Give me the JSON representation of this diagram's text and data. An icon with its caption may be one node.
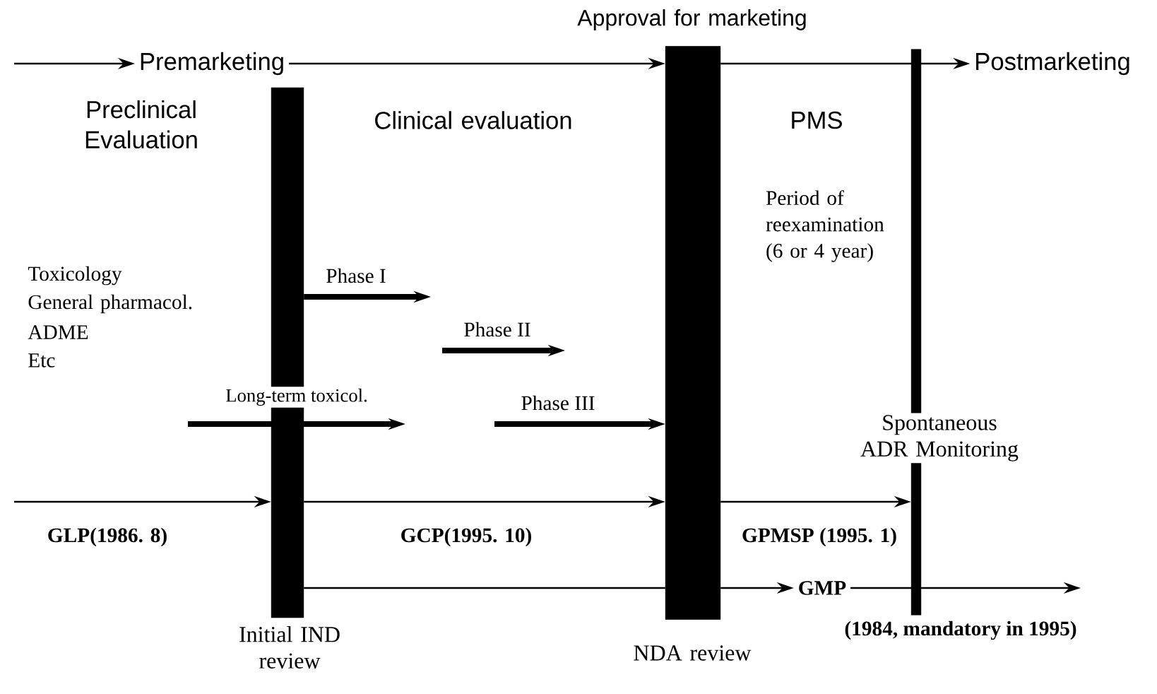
{
  "diagram": {
    "nodes": [
      {
        "text": [
          "Premarketing"
        ]
      },
      {
        "text": [],
        "shape": "bar",
        "beside": [
          "Initial IND review"
        ]
      },
      {
        "text": [],
        "shape": "bar",
        "beside": [
          "Approval for marketing",
          "NDA review"
        ]
      },
      {
        "text": [],
        "shape": "bar",
        "beside": [
          "Spontaneous ADR Monitoring"
        ]
      },
      {
        "text": [
          "Postmarketing"
        ]
      },
      {
        "text": [
          "GMP"
        ]
      }
    ],
    "edges": [
      {
        "from": null,
        "to": 0,
        "arrow": "to"
      },
      {
        "from": 0,
        "to": 2,
        "arrow": "to"
      },
      {
        "from": 2,
        "to": 4,
        "arrow": "to"
      },
      {
        "from": 1,
        "to": null,
        "arrow": "to",
        "label": "Phase I",
        "style": "thick"
      },
      {
        "from": null,
        "to": 2,
        "arrow": "to",
        "label": "Phase III",
        "style": "thick"
      },
      {
        "from": null,
        "to": 1,
        "arrow": "to",
        "label": "GLP(1986. 8)"
      },
      {
        "from": 1,
        "to": 2,
        "arrow": "to",
        "label": "GCP(1995. 10)"
      },
      {
        "from": 2,
        "to": 3,
        "arrow": "to",
        "label": "GPMSP (1995. 1)"
      },
      {
        "from": 1,
        "to": 2,
        "arrow": "none"
      },
      {
        "from": 2,
        "to": 5,
        "arrow": "to"
      },
      {
        "from": 5,
        "to": null,
        "arrow": "to"
      }
    ],
    "labels": [
      "Preclinical Evaluation",
      "Clinical evaluation",
      "PMS",
      "Period of reexamination (6 or 4 year)",
      "Toxicology",
      "General pharmacol.",
      "ADME",
      "Etc",
      "Long-term toxicol.",
      "Phase II",
      "(1984, mandatory in 1995)"
    ]
  }
}
